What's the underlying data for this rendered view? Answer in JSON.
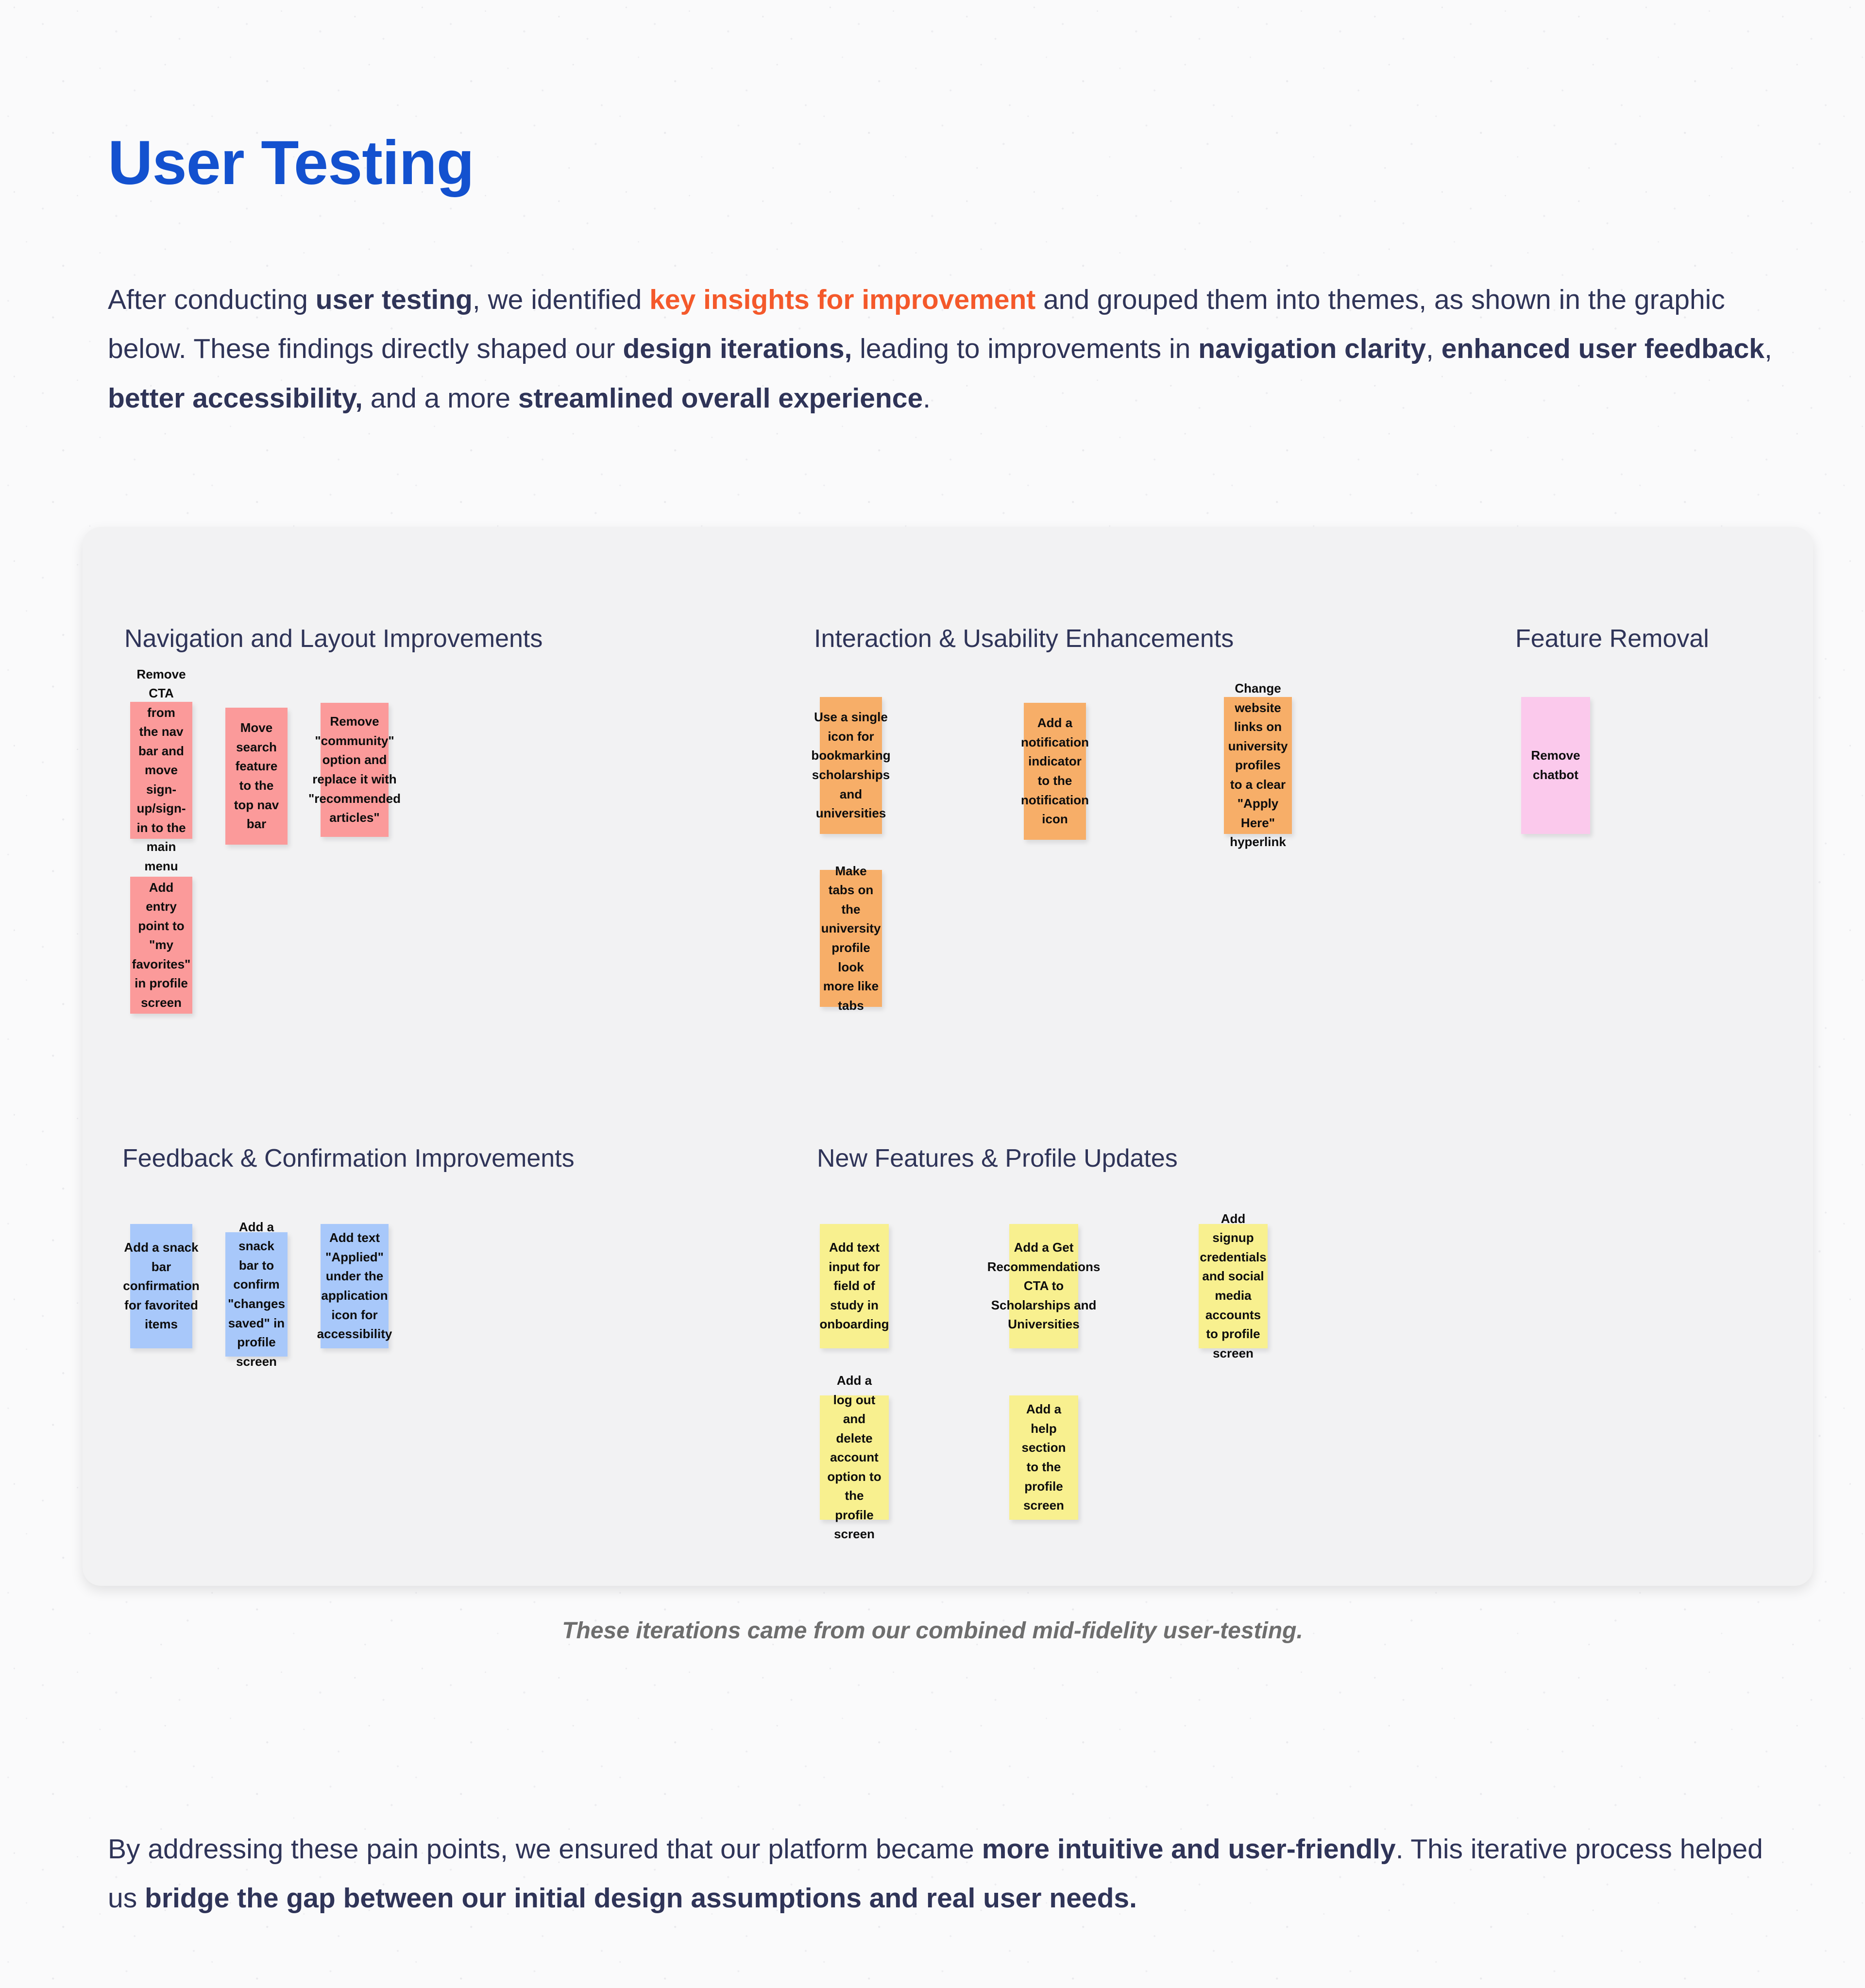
{
  "page": {
    "title": "User Testing",
    "title_color": "#1351cf"
  },
  "intro": {
    "seg1": "After conducting ",
    "bold1": "user testing",
    "seg2": ", we identified ",
    "highlight": "key insights for improvement",
    "highlight_color": "#f4592b",
    "seg3": " and grouped them into themes, as shown in the graphic below. These findings directly shaped our ",
    "bold2": "design iterations,",
    "seg4": " leading to improvements in ",
    "bold3": "navigation clarity",
    "seg5": ", ",
    "bold4": "enhanced user feedback",
    "seg6": ", ",
    "bold5": "better accessibility,",
    "seg7": " and a more ",
    "bold6": "streamlined overall experience",
    "seg8": "."
  },
  "board": {
    "sections": [
      {
        "id": "navigation-and-layout-improvements",
        "title": "Navigation and Layout Improvements",
        "note_color": "#fb9a9a",
        "notes": [
          "Remove CTA from the nav bar and move sign-up/sign-in to the main menu",
          "Move search feature to the top nav bar",
          "Remove \"community\" option and replace it with \"recommended articles\"",
          "Add entry point to \"my favorites\" in profile screen"
        ]
      },
      {
        "id": "interaction-and-usability-enhancements",
        "title": "Interaction & Usability Enhancements",
        "note_color": "#f7ae68",
        "notes": [
          "Use a single icon for bookmarking scholarships and universities",
          "Add a notification indicator to the notification icon",
          "Change website links on university profiles to a clear \"Apply Here\" hyperlink",
          "Make tabs on the university profile look more like tabs"
        ]
      },
      {
        "id": "feature-removal",
        "title": "Feature Removal",
        "note_color": "#fbc9ec",
        "notes": [
          "Remove chatbot"
        ]
      },
      {
        "id": "feedback-and-confirmation-improvements",
        "title": "Feedback & Confirmation Improvements",
        "note_color": "#a8c8fa",
        "notes": [
          "Add a snack bar confirmation for favorited items",
          "Add a snack bar to confirm \"changes saved\" in profile screen",
          "Add text \"Applied\" under the application icon for accessibility"
        ]
      },
      {
        "id": "new-features-and-profile-updates",
        "title": "New Features & Profile Updates",
        "note_color": "#f8f08f",
        "notes": [
          "Add text input for field of study in onboarding",
          "Add a Get Recommendations CTA to Scholarships and Universities",
          "Add signup credentials and social media accounts to profile screen",
          "Add a log out and delete account option to the profile screen",
          "Add a help section to the profile screen"
        ]
      }
    ]
  },
  "caption": "These iterations came from our combined mid-fidelity user-testing.",
  "outro": {
    "seg1": "By addressing these pain points, we ensured that our platform became ",
    "bold1": "more intuitive and user-friendly",
    "seg2": ". This iterative process helped us ",
    "bold2": "bridge the gap between our initial design assumptions and real user needs.",
    "seg3": ""
  }
}
